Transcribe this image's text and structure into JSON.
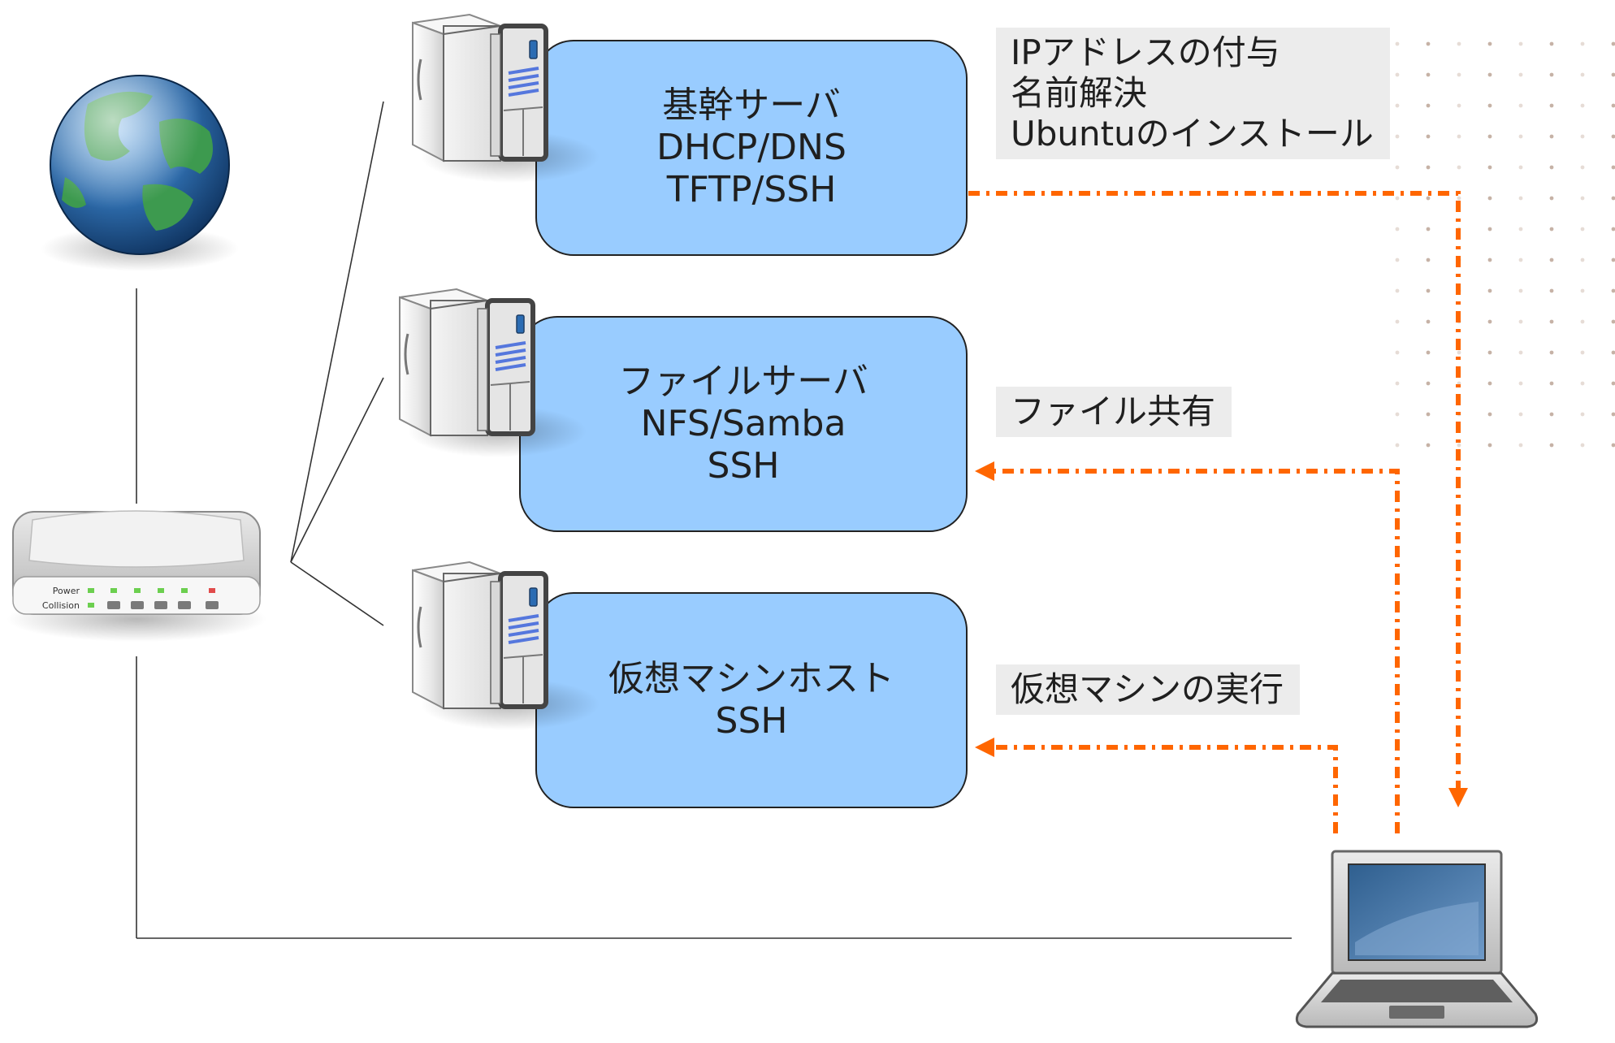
{
  "servers": [
    {
      "id": "core",
      "lines": [
        "基幹サーバ",
        "DHCP/DNS",
        "TFTP/SSH"
      ]
    },
    {
      "id": "file",
      "lines": [
        "ファイルサーバ",
        "NFS/Samba",
        "SSH"
      ]
    },
    {
      "id": "vmhost",
      "lines": [
        "仮想マシンホスト",
        "SSH"
      ]
    }
  ],
  "annotations": {
    "core": [
      "IPアドレスの付与",
      "名前解決",
      "Ubuntuのインストール"
    ],
    "file": [
      "ファイル共有"
    ],
    "vmhost": [
      "仮想マシンの実行"
    ]
  },
  "router": {
    "power_label": "Power",
    "collision_label": "Collision"
  },
  "colors": {
    "server_box": "#99ccff",
    "arrow": "#ff6600",
    "note_bg": "#ececec",
    "line": "#333333"
  },
  "icons": [
    "globe-icon",
    "router-icon",
    "server-tower-icon",
    "laptop-icon"
  ]
}
